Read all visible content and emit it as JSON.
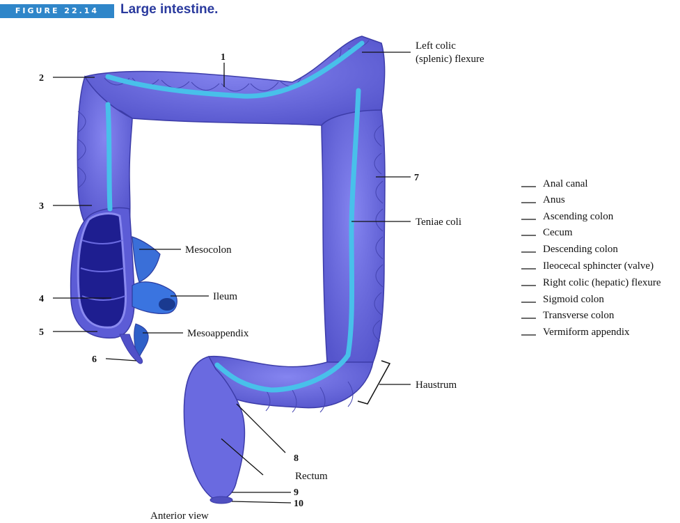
{
  "figure": {
    "tag": "FIGURE 22.14",
    "title": "Large intestine."
  },
  "colors": {
    "tag_blue": "#2f86c9",
    "title_blue": "#2a3a9e",
    "colon": "#6f6fe6",
    "colon_dark": "#4a4ab8",
    "teniae": "#4fc3e8",
    "interior": "#1a1a8a"
  },
  "callouts": {
    "n1": "1",
    "n2": "2",
    "n3": "3",
    "n4": "4",
    "n5": "5",
    "n6": "6",
    "n7": "7",
    "n8": "8",
    "n9": "9",
    "n10": "10"
  },
  "labels": {
    "left_colic_1": "Left colic",
    "left_colic_2": "(splenic) flexure",
    "teniae_coli": "Teniae coli",
    "mesocolon": "Mesocolon",
    "ileum": "Ileum",
    "mesoappendix": "Mesoappendix",
    "haustrum": "Haustrum",
    "rectum": "Rectum",
    "view": "Anterior view"
  },
  "answer_key": [
    "Anal canal",
    "Anus",
    "Ascending colon",
    "Cecum",
    "Descending colon",
    "Ileocecal sphincter (valve)",
    "Right colic (hepatic) flexure",
    "Sigmoid colon",
    "Transverse colon",
    "Vermiform appendix"
  ]
}
